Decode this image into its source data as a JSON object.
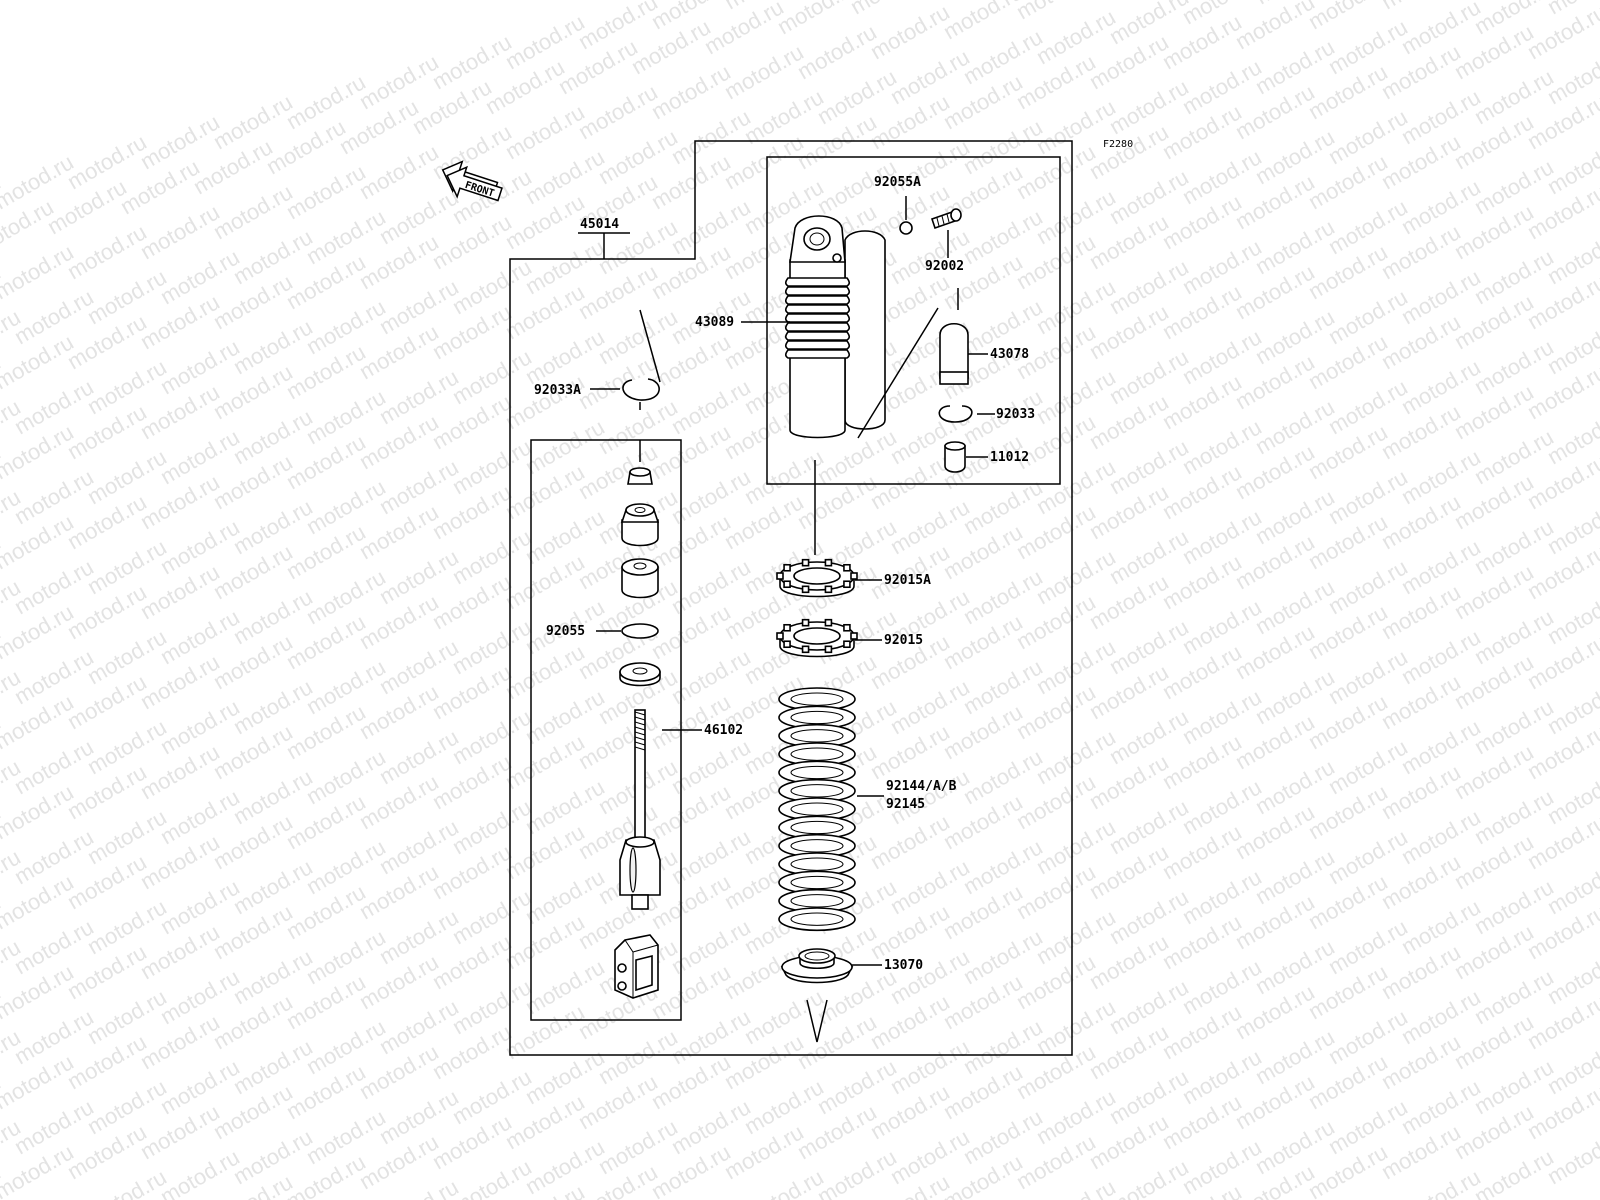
{
  "diagram": {
    "figure_code": "F2280",
    "front_label": "FRONT",
    "watermark": "motod.ru"
  },
  "parts": {
    "p45014": "45014",
    "p43089": "43089",
    "p92055A": "92055A",
    "p92002": "92002",
    "p43078": "43078",
    "p92033": "92033",
    "p11012": "11012",
    "p92033A": "92033A",
    "p92015A": "92015A",
    "p92015": "92015",
    "p92055": "92055",
    "p46102": "46102",
    "p92144": "92144/A/B",
    "p92145": "92145",
    "p13070": "13070"
  }
}
